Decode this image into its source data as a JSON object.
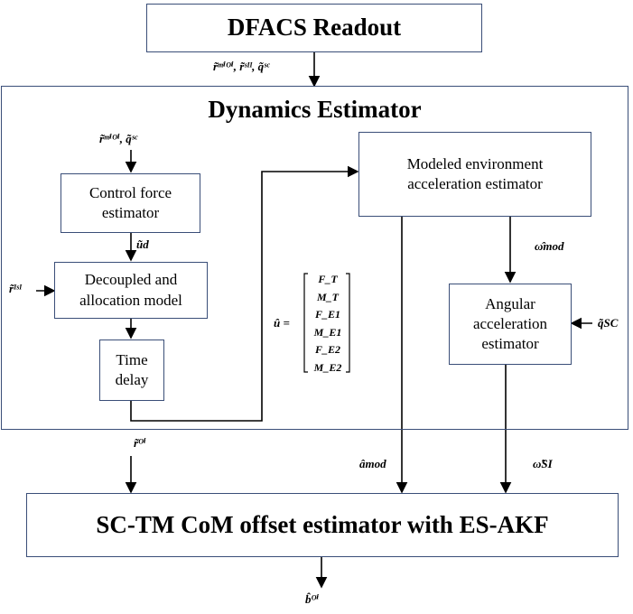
{
  "boxes": {
    "readout": "DFACS Readout",
    "dynamics_title": "Dynamics Estimator",
    "control_force": [
      "Control force",
      "estimator"
    ],
    "decoupled": [
      "Decoupled and",
      "allocation model"
    ],
    "time_delay": [
      "Time",
      "delay"
    ],
    "modeled_env": [
      "Modeled environment",
      "acceleration estimator"
    ],
    "angular": [
      "Angular",
      "acceleration",
      "estimator"
    ],
    "offset": "SC-TM CoM offset estimator with ES-AKF"
  },
  "signals": {
    "readout_out": "r̃ᵐⁱᴼⁱ, r̃ˢᴵᴵ, q̃ˢᶜ",
    "control_in": "r̃ᵐⁱᴼⁱ, q̃ˢᶜ",
    "u_d": "ũd",
    "r_si": "r̃ᴵˢᴵ",
    "omega_mod": "ω̂mod",
    "q_sc": "q̃SC",
    "u_hat": "û =",
    "u_vector": [
      "F_T",
      "M_T",
      "F_E1",
      "M_E1",
      "F_E2",
      "M_E2"
    ],
    "r_bottom": "r̃ᴼⁱ",
    "a_mod": "âmod",
    "omega_si": "ω̃SI",
    "b_out": "b̂ᴼⁱ"
  }
}
